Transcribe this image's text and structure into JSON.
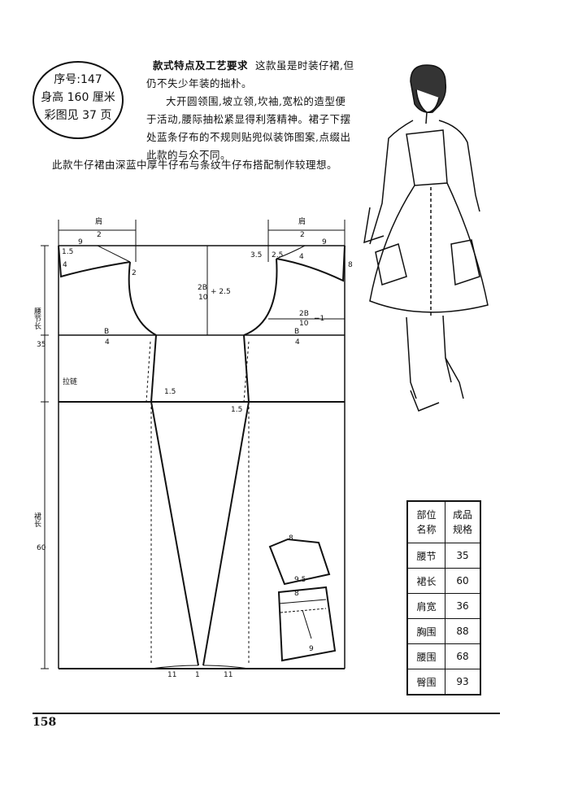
{
  "badge": {
    "serial": "序号:147",
    "height": "身高 160 厘米",
    "color_ref": "彩图见 37 页"
  },
  "intro": {
    "heading": "款式特点及工艺要求",
    "p1": "这款虽是时装仔裙,但仍不失少年装的拙朴。",
    "p2": "大开圆领围,坡立领,坎袖,宽松的造型便于活动,腰际抽松紧显得利落精神。裙子下摆处蓝条仔布的不规则贴兜似装饰图案,点缀出此款的与众不同。",
    "p3": "此款牛仔裙由深蓝中厚牛仔布与条纹牛仔布搭配制作较理想。"
  },
  "diagram": {
    "shoulder_label": "肩",
    "shoulder_denom": "2",
    "B": "B",
    "denom4": "4",
    "chest_num": "2B",
    "chest_den": "10",
    "plus25": "+ 2.5",
    "minus1": "−1",
    "nine": "9",
    "one_five": "1.5",
    "four": "4",
    "two": "2",
    "three_five": "3.5",
    "two_five": "2.5",
    "eight": "8",
    "zipper": "拉链",
    "waist_len_label": "腰节长",
    "waist_len_value": "35",
    "skirt_len_label": "裙长",
    "skirt_len_value": "60",
    "eleven": "11",
    "one": "1",
    "pocket_8a": "8",
    "pocket_95": "9.5",
    "pocket_8b": "8",
    "pocket_9": "9"
  },
  "size_table": {
    "header": [
      "部位\n名称",
      "成品\n规格"
    ],
    "rows": [
      [
        "腰节",
        "35"
      ],
      [
        "裙长",
        "60"
      ],
      [
        "肩宽",
        "36"
      ],
      [
        "胸围",
        "88"
      ],
      [
        "腰围",
        "68"
      ],
      [
        "臀围",
        "93"
      ]
    ]
  },
  "page_number": "158"
}
